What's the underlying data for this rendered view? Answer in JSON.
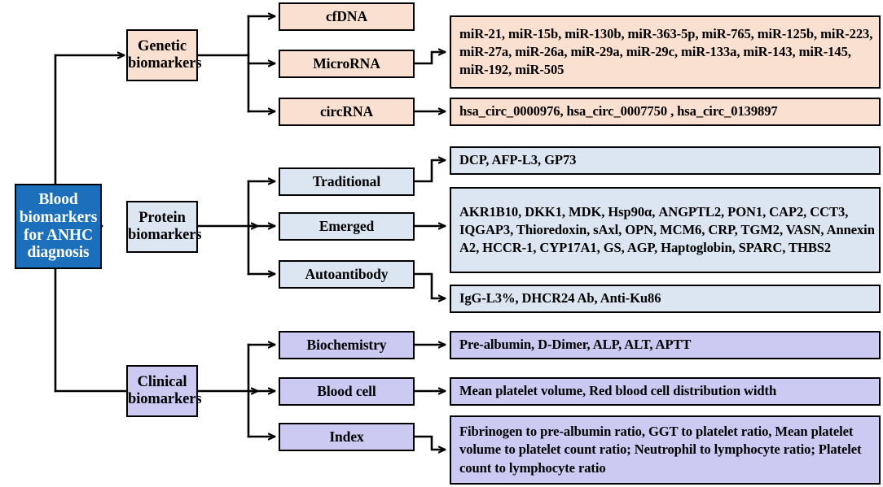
{
  "diagram": {
    "title": "Blood biomarkers for ANHC diagnosis",
    "root": {
      "label": "Blood biomarkers for ANHC diagnosis",
      "color": "#1C6FBA",
      "text_color": "#FFFFFF"
    },
    "colors": {
      "genetic_fill": "#FAE0D0",
      "protein_fill": "#DCE6F2",
      "clinical_fill": "#CCC9F2",
      "root_fill": "#1C6FBA",
      "border": "#000000",
      "background": "#FFFFFF"
    },
    "branches": [
      {
        "id": "genetic",
        "category": "Genetic biomarkers",
        "fill": "#FAE0D0",
        "subtypes": [
          {
            "label": "cfDNA",
            "content": null
          },
          {
            "label": "MicroRNA",
            "content": "miR-21, miR-15b, miR-130b, miR-363-5p, miR-765, miR-125b, miR-223, miR-27a, miR-26a, miR-29a, miR-29c, miR-133a, miR-143, miR-145, miR-192, miR-505"
          },
          {
            "label": "circRNA",
            "content": "hsa_circ_0000976, hsa_circ_0007750 , hsa_circ_0139897"
          }
        ]
      },
      {
        "id": "protein",
        "category": "Protein biomarkers",
        "fill": "#DCE6F2",
        "subtypes": [
          {
            "label": "Traditional",
            "content": "DCP, AFP-L3, GP73"
          },
          {
            "label": "Emerged",
            "content": "AKR1B10, DKK1, MDK, Hsp90α, ANGPTL2, PON1, CAP2, CCT3, IQGAP3, Thioredoxin, sAxl, OPN, MCM6, CRP, TGM2, VASN, Annexin A2, HCCR-1, CYP17A1, GS, AGP, Haptoglobin, SPARC, THBS2"
          },
          {
            "label": "Autoantibody",
            "content": "IgG-L3%, DHCR24 Ab, Anti-Ku86"
          }
        ]
      },
      {
        "id": "clinical",
        "category": "Clinical biomarkers",
        "fill": "#CCC9F2",
        "subtypes": [
          {
            "label": "Biochemistry",
            "content": "Pre-albumin, D-Dimer, ALP, ALT, APTT"
          },
          {
            "label": "Blood cell",
            "content": "Mean platelet volume, Red blood cell distribution width"
          },
          {
            "label": "Index",
            "content": "Fibrinogen to pre-albumin ratio, GGT to platelet ratio, Mean platelet volume to platelet count ratio; Neutrophil to lymphocyte ratio; Platelet count to lymphocyte ratio"
          }
        ]
      }
    ]
  }
}
